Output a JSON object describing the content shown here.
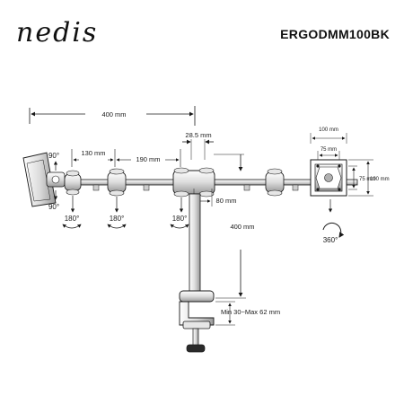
{
  "header": {
    "brand": "nedis",
    "model": "ERGODMM100BK"
  },
  "dimensions": {
    "arm_length": "400 mm",
    "pole_diameter": "28.5 mm",
    "segment_1": "130 mm",
    "segment_2": "190 mm",
    "offset": "80 mm",
    "pole_height": "400 mm",
    "clamp_range": "Min 30~Max 62 mm",
    "vesa_outer_w": "100 mm",
    "vesa_inner_w": "75 mm",
    "vesa_inner_h": "75 mm",
    "vesa_outer_h": "100 mm"
  },
  "angles": {
    "tilt_up": "90°",
    "tilt_down": "90°",
    "swivel_1": "180°",
    "swivel_2": "180°",
    "swivel_3": "180°",
    "rotation": "360°"
  },
  "colors": {
    "line": "#1a1a1a",
    "metal": "#e6e6e6",
    "shade": "#9a9a9a"
  }
}
